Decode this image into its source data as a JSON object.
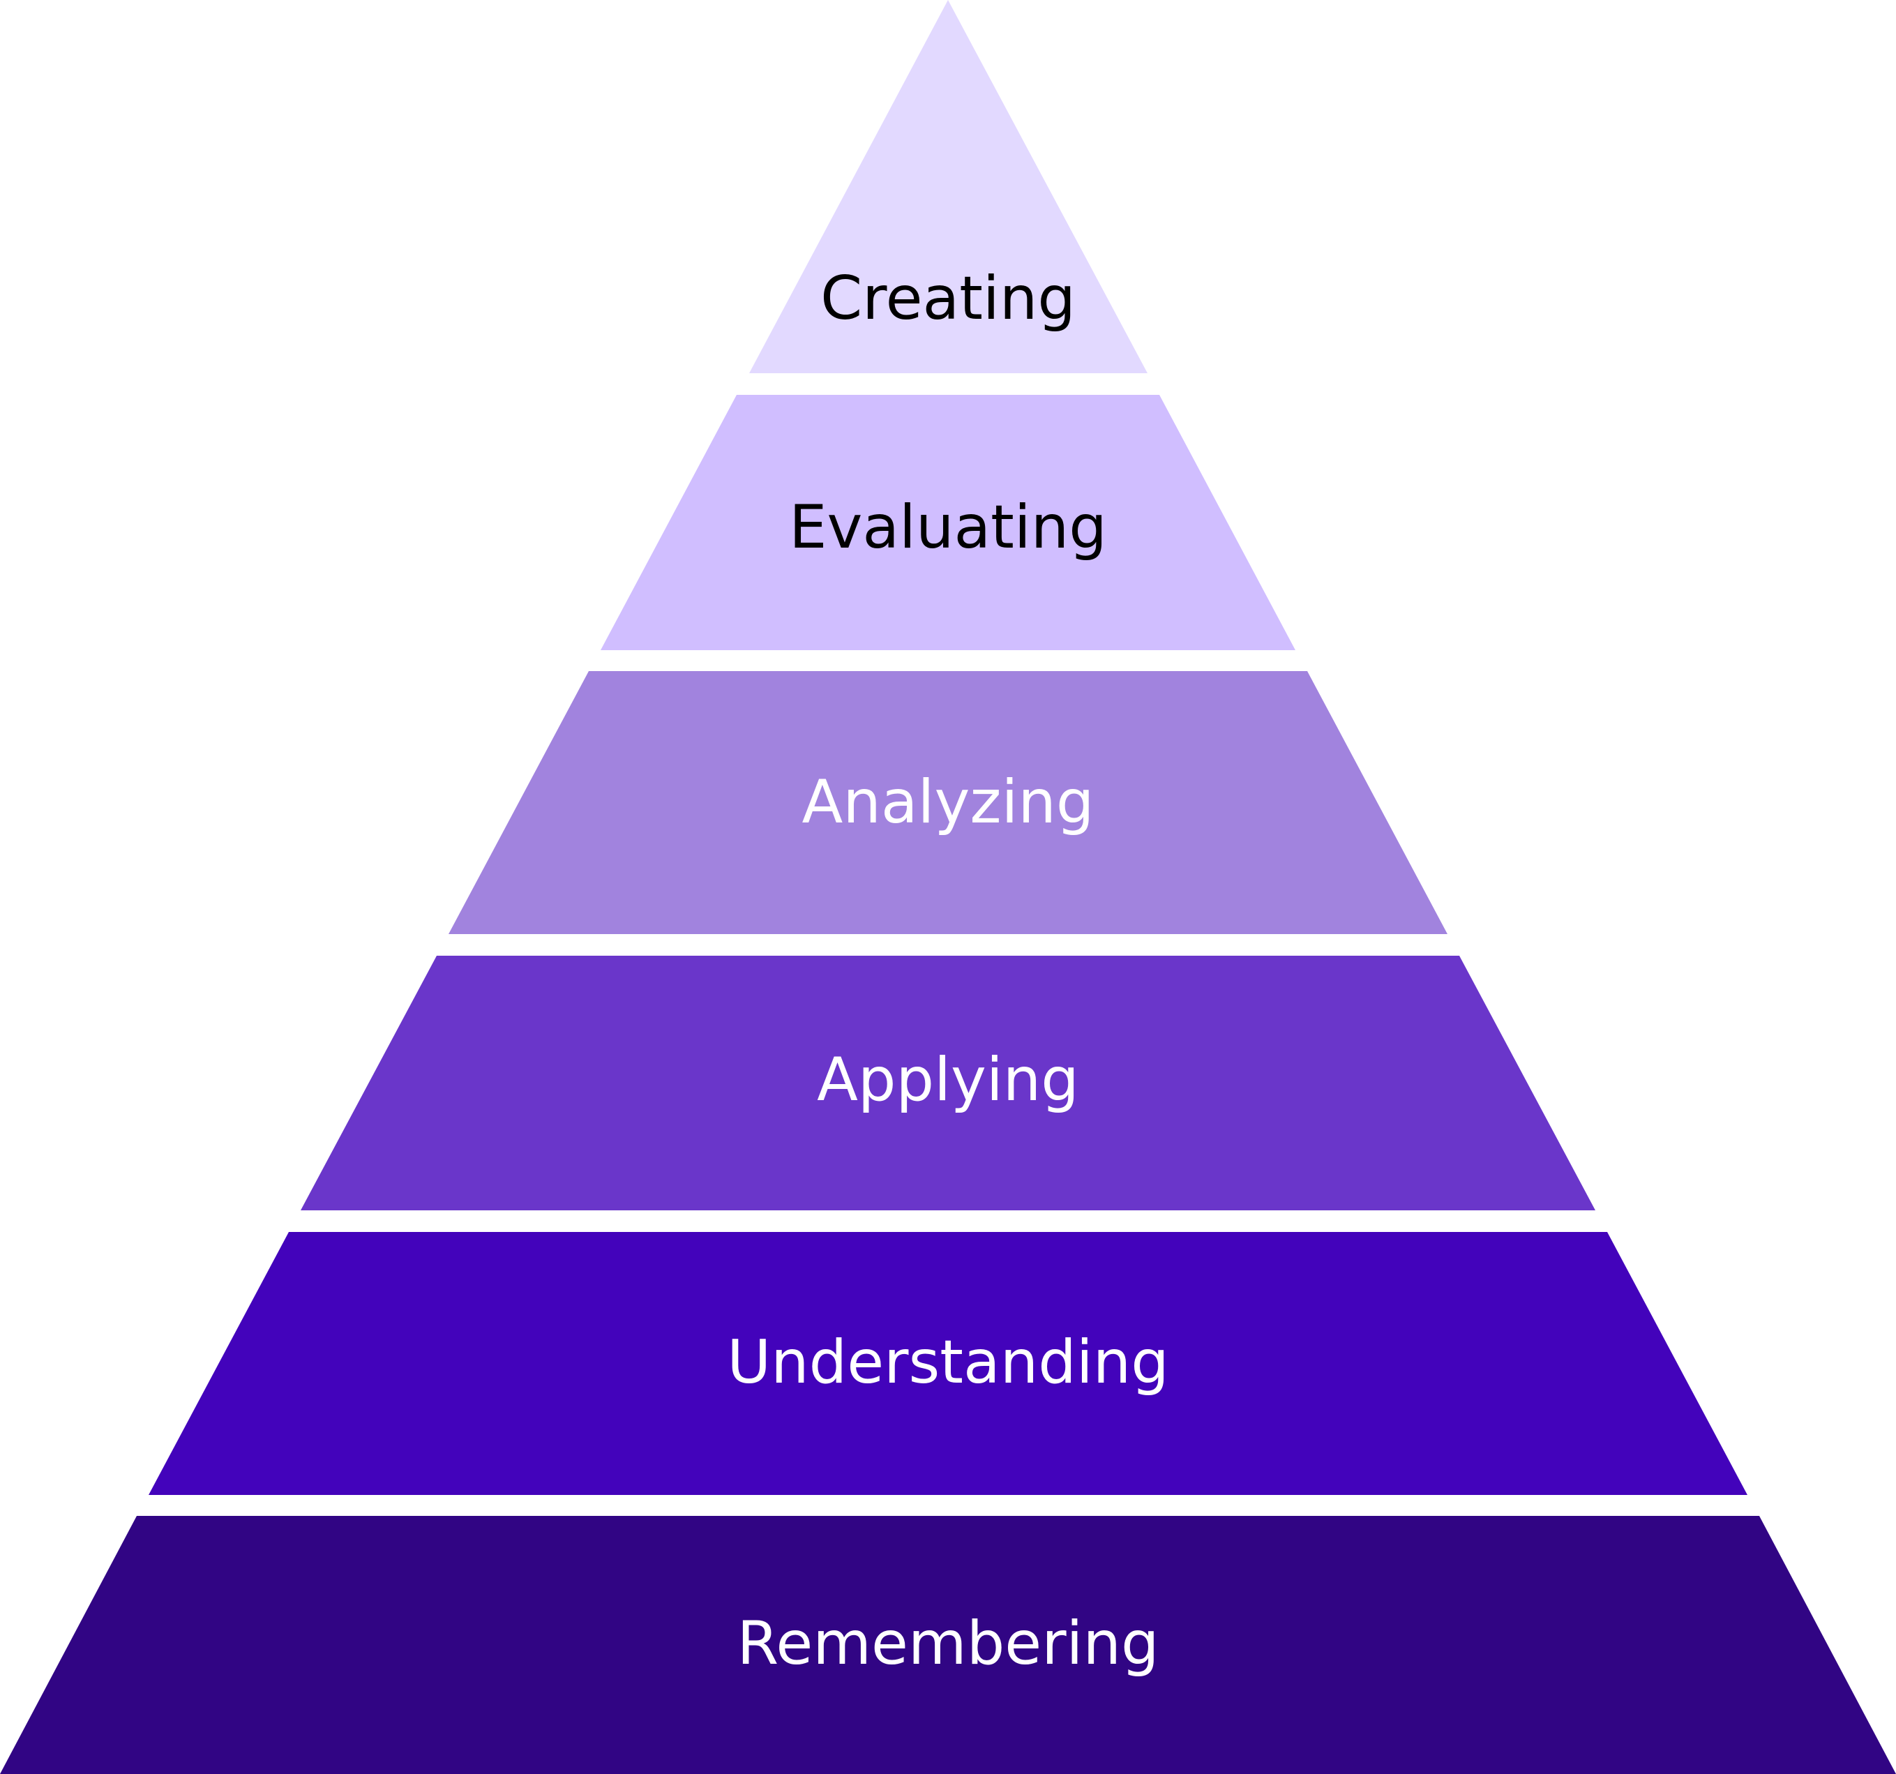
{
  "pyramid": {
    "levels": [
      {
        "label": "Creating",
        "fill": "#e2d9ff",
        "text_color": "#000000"
      },
      {
        "label": "Evaluating",
        "fill": "#d0beff",
        "text_color": "#000000"
      },
      {
        "label": "Analyzing",
        "fill": "#a183de",
        "text_color": "#ffffff"
      },
      {
        "label": "Applying",
        "fill": "#6a36ca",
        "text_color": "#ffffff"
      },
      {
        "label": "Understanding",
        "fill": "#4303bb",
        "text_color": "#ffffff"
      },
      {
        "label": "Remembering",
        "fill": "#310584",
        "text_color": "#ffffff"
      }
    ]
  }
}
